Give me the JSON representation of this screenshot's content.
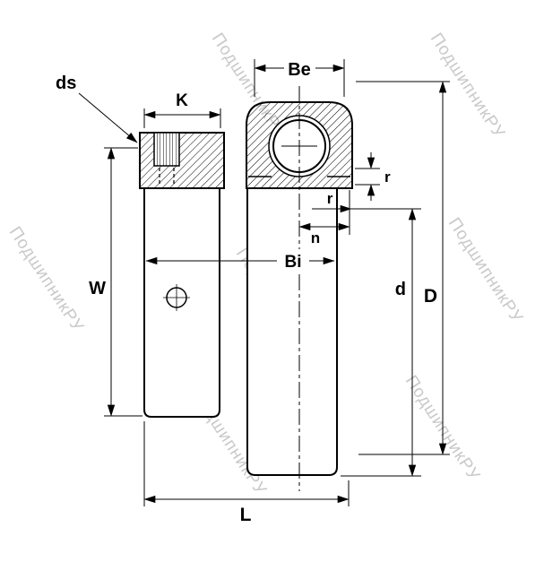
{
  "figure": {
    "type": "technical-drawing",
    "subject": "insert ball bearing with eccentric locking collar, dimensioned cross-section"
  },
  "labels": {
    "ds": "ds",
    "K": "K",
    "Be": "Be",
    "r1": "r",
    "r2": "r",
    "n": "n",
    "Bi": "Bi",
    "W": "W",
    "d": "d",
    "D": "D",
    "L": "L"
  },
  "watermark": {
    "text": "ПодшипникРУ",
    "color": "#c9c9c9"
  },
  "colors": {
    "line": "#000000",
    "background": "#ffffff"
  }
}
